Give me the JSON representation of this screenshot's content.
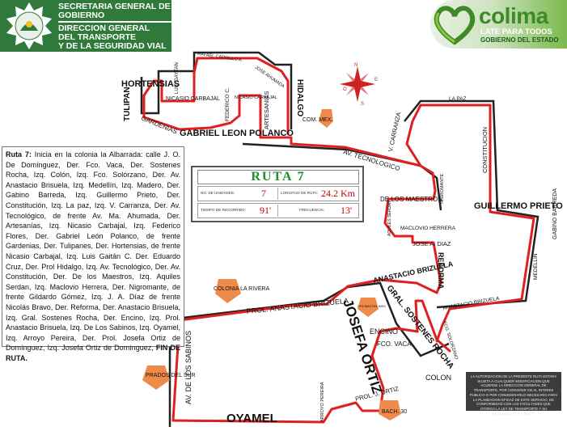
{
  "header": {
    "seal": "state-seal-icon",
    "org_line1": "SECRETARIA GENERAL DE",
    "org_line2": "GOBIERNO",
    "dept_line1": "DIRECCION GENERAL",
    "dept_line2": "DEL TRANSPORTE",
    "dept_line3": "Y DE LA SEGURIDAD VIAL",
    "brand_name": "colima",
    "brand_tagline": "LATE PARA TODOS",
    "brand_government": "GOBIERNO DEL ESTADO",
    "brand_icon": "heart-logo-icon"
  },
  "description": {
    "label": "Ruta 7:",
    "body": "Inicia en la colonia la Albarrada: calle J. O. De Domínguez, Der. Fco. Vaca, Der. Sostenes Rocha, Izq. Colón, Izq. Fco. Solórzano, Der. Av. Anastacio Brisuela, Izq. Medellín, Izq. Madero, Der. Gabino Barreda, Izq. Guillermo Prieto, Der. Constitución, Izq. La paz, Izq. V. Carranza, Der. Av. Tecnológico, de frente Av. Ma. Ahumada, Der. Artesanías, Izq. Nicasio Carbajal, Izq. Federico Flores, Der. Gabriel León Polanco, de frente Gardenias, Der. Tulipanes, Der. Hortensias, de frente Nicasio Carbajal, Izq. Luis Gaitán C. Der. Eduardo Cruz, Der. Prol Hidalgo, Izq. Av. Tecnológico, Der. Av. Constitución, Der. De los Maestros, Izq. Aquiles Serdan, Izq. Maclovio Herrera, Der. Nigromante, de frente Gildardo Gómez, Izq. J. A. Díaz de frente Nicolás Bravo, Der. Reforma, Der. Anastacio Brisuela, Izq. Gral. Sostenes Rocha, Der. Encino, Izq. Prol. Anastacio Brisuela, Izq. De Los Sabinos, Izq. Oyamel, Izq. Arroyo Pereira, Der. Prol. Josefa Ortiz de Domínguez, Izq. Josefa Ortiz de Domínguez,",
    "end": "FIN DE RUTA."
  },
  "route_panel": {
    "title": "RUTA 7",
    "units_label": "NO. DE UNIDADES:",
    "units_value": "7",
    "length_label": "LONGITUD DE RUTA:",
    "length_value": "24.2 Km",
    "time_label": "TIEMPO DE RECORRIDO:",
    "time_value": "91'",
    "frequency_label": "FRECUENCIA:",
    "frequency_value": "13'"
  },
  "map": {
    "route_color": "#e02020",
    "street_color": "#222222",
    "landmark_color": "#f08a4b",
    "compass": "compass-rose-icon",
    "compass_n": "N",
    "compass_s": "S",
    "compass_e": "E",
    "compass_w": "O",
    "labels": {
      "hortensias": "HORTENSIAS",
      "tulipan": "TULIPAN",
      "luis_gaytan": "LUIS GAYTAN",
      "rafael_carrillo": "RAFAEL CARRILLO A.",
      "jose_ahumada": "JOSE AHUMADA",
      "nicasio_carbajal": "NICASIO CARBAJAL",
      "nicasio_carbajal_2": "NICASIO CARBAJAL",
      "federico_c": "FEDERICO C.",
      "artesanias": "ARTESANIAS",
      "hidalgo": "HIDALGO",
      "gardenias": "GARDENIAS",
      "gabriel_leon_polanco": "GABRIEL LEON POLANCO",
      "av_tecnologico": "AV. TECNOLOGICO",
      "v_carranza": "V. CARRANZA",
      "la_paz": "LA PAZ",
      "constitucion": "CONSTITUCION",
      "nigromante": "NIGROMANTE",
      "de_los_maestros": "DE LOS MAESTROS",
      "aquiles_serdan": "AQUILES SERDAN",
      "maclovio_herrera": "MACLOVIO HERRERA",
      "jose_a_diaz": "JOSE A. DIAZ",
      "reforma": "REFORMA",
      "anastacio_brizuela": "ANASTACIO BRIZUELA",
      "anastacio_brizuela_2": "ANASTACIO BRIZUELA",
      "guillermo_prieto": "GUILLERMO PRIETO",
      "gabino_barreda": "GABINO BARREDA",
      "medellin": "MEDELLIN",
      "prol_anastacio_brizuela": "PROL. ANASTACIO BRIZUELA",
      "josefa_ortiz": "JOSEFA ORTIZ",
      "gral_sostenes_rocha": "GRAL. SOSTENES ROCHA",
      "encino": "ENCINO",
      "fco_vaca": "FCO. VACA",
      "fco_solorzano": "FCO. SOLORZANO",
      "colon": "COLON",
      "av_de_los_sabinos": "AV. DE LOS SABINOS",
      "oyamel": "OYAMEL",
      "arroyo_pereira": "ARROYO PEREIRA",
      "prol_j_ortiz": "PROL. J. ORTIZ",
      "com_mex": "COM. MEX.",
      "colonia_la_rivera": "COLONIA LA RIVERA",
      "prados_del_sur": "PRADOS DEL SUR",
      "bach_30": "BACH. 30",
      "oficinas": "OFICINAS DEL IMSS"
    }
  },
  "authorization": "LA AUTORIZACION DE LA PRESENTE RUTA ESTARA SUJETA A CUALQUIER MODIFICACION QUE ACUERDE LA DIRECCION GENERAL DE TRANSPORTE, POR CONVENIR ASI AL INTERES PUBLICO O POR CONSIDERARLO NECESARIO PARA LA PLANEACION EFICAZ DE ESTE SERVICIO, DE CONFORMIDAD CON LAS FACULTADES QUE OTORGA LA LEY DE TRANSPORTE Y SU REGLAMENTO EN VIGOR"
}
